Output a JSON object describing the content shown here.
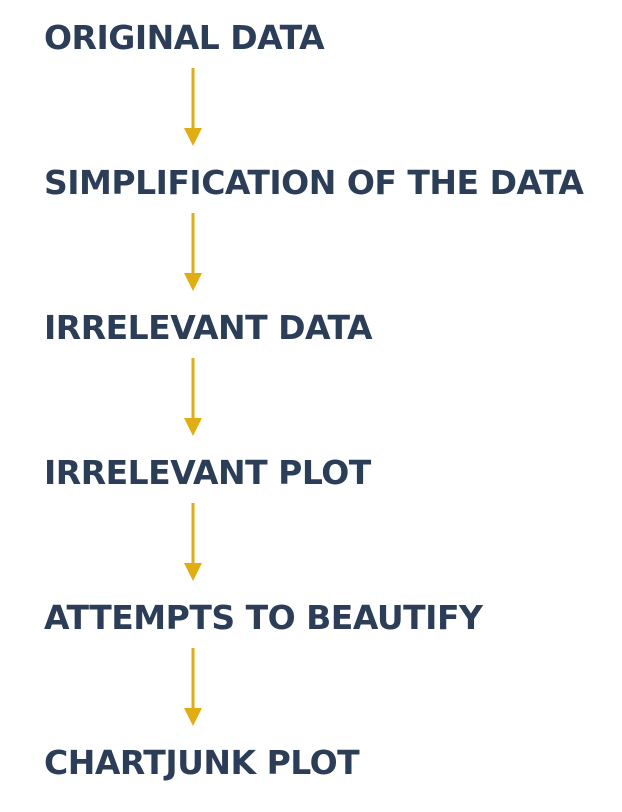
{
  "flow": {
    "steps": [
      "ORIGINAL DATA",
      "SIMPLIFICATION OF THE DATA",
      "IRRELEVANT DATA",
      "IRRELEVANT PLOT",
      "ATTEMPTS TO BEAUTIFY",
      "CHARTJUNK PLOT"
    ],
    "arrow_color": "#e0ad14",
    "text_color": "#2c3e57",
    "arrow_icon": "arrow-down-icon"
  }
}
